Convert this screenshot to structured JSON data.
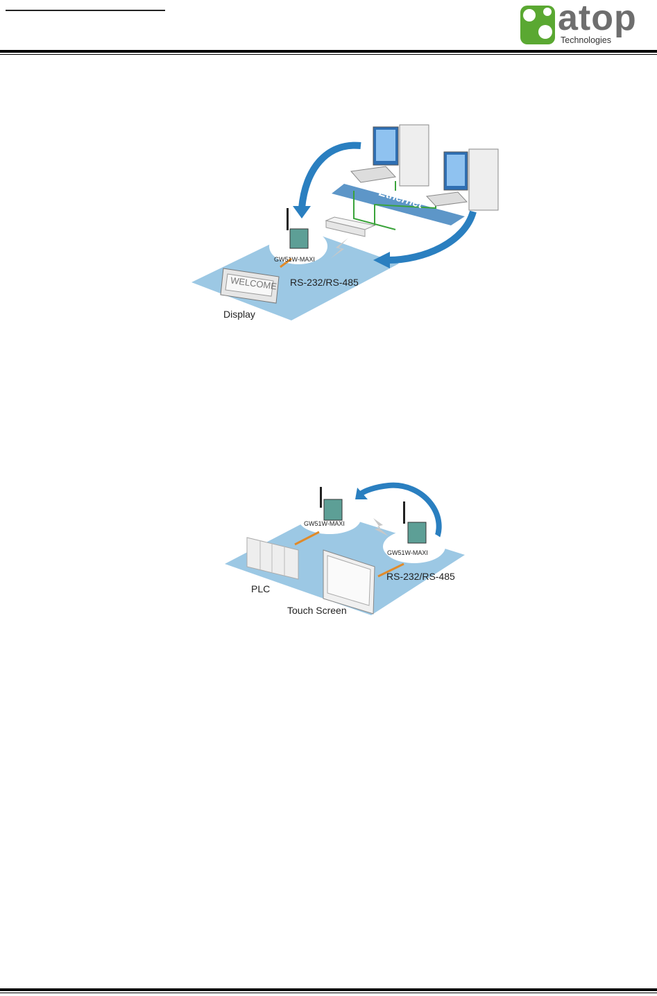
{
  "header": {
    "logo": {
      "wordmark": "atop",
      "subtitle": "Technologies",
      "brand_green": "#5aa832",
      "brand_gray": "#6e6e6e"
    }
  },
  "figure1": {
    "labels": {
      "network": "Ethernet",
      "device": "GW51W-MAXI",
      "serial": "RS-232/RS-485",
      "display_screen": "WELCOME",
      "display": "Display"
    },
    "colors": {
      "plane": "#9cc8e4",
      "arrow": "#2a7fc0",
      "ethernet_band": "#5d96c8",
      "cable": "#e08a2a",
      "link": "#3aa33a"
    }
  },
  "figure2": {
    "labels": {
      "device_a": "GW51W-MAXI",
      "device_b": "GW51W-MAXI",
      "serial": "RS-232/RS-485",
      "plc": "PLC",
      "touch": "Touch Screen"
    }
  }
}
